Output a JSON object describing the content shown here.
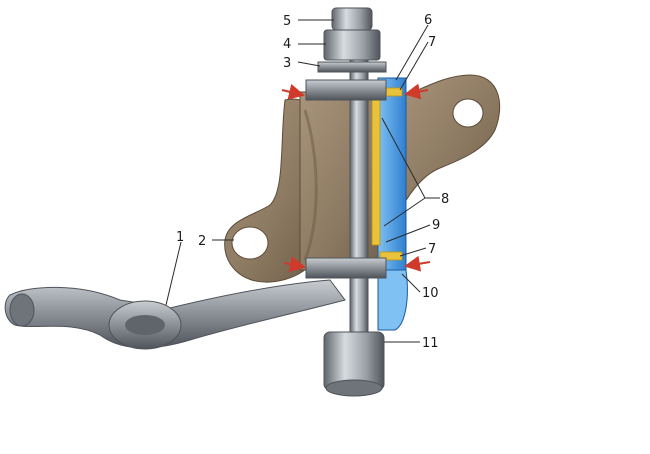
{
  "colors": {
    "casting": "#8d7a62",
    "casting_dark": "#6c5a45",
    "casting_light": "#a8947a",
    "steel": "#9aa0a6",
    "steel_dark": "#5f656b",
    "steel_light": "#d8dce0",
    "section_blue": "#2f7fd0",
    "section_blue_light": "#7fc1f2",
    "bushing_yellow": "#e8c23a",
    "arrow_red": "#d03a2a",
    "text": "#1b1b1b"
  },
  "callouts": [
    {
      "id": "5",
      "label": "5"
    },
    {
      "id": "4",
      "label": "4"
    },
    {
      "id": "3",
      "label": "3"
    },
    {
      "id": "6",
      "label": "6"
    },
    {
      "id": "7a",
      "label": "7"
    },
    {
      "id": "8",
      "label": "8"
    },
    {
      "id": "9",
      "label": "9"
    },
    {
      "id": "7b",
      "label": "7"
    },
    {
      "id": "10",
      "label": "10"
    },
    {
      "id": "11",
      "label": "11"
    },
    {
      "id": "1",
      "label": "1"
    },
    {
      "id": "2",
      "label": "2"
    }
  ]
}
